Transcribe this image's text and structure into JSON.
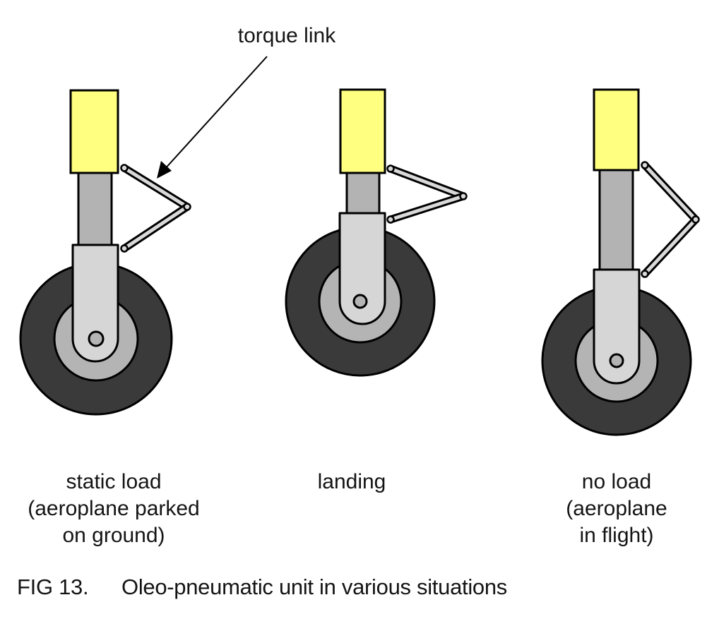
{
  "figure": {
    "caption_number": "FIG 13.",
    "caption_text": "Oleo-pneumatic unit in various situations",
    "callout": "torque link"
  },
  "colors": {
    "cylinder": "#ffff80",
    "piston": "#b3b3b3",
    "fork": "#d6d6d6",
    "tyre": "#3a3a3a",
    "hub": "#b4b4b4",
    "axle": "#b4b4b4",
    "link": "#d9d9d9",
    "outline": "#000000"
  },
  "gears": [
    {
      "id": "static",
      "state": "static load",
      "label_lines": [
        "static load",
        "(aeroplane parked",
        "on ground)"
      ],
      "strut_extension": "medium"
    },
    {
      "id": "landing",
      "state": "landing",
      "label_lines": [
        "landing"
      ],
      "strut_extension": "compressed"
    },
    {
      "id": "noload",
      "state": "no load",
      "label_lines": [
        "no load",
        "(aeroplane",
        "in flight)"
      ],
      "strut_extension": "fully extended"
    }
  ]
}
